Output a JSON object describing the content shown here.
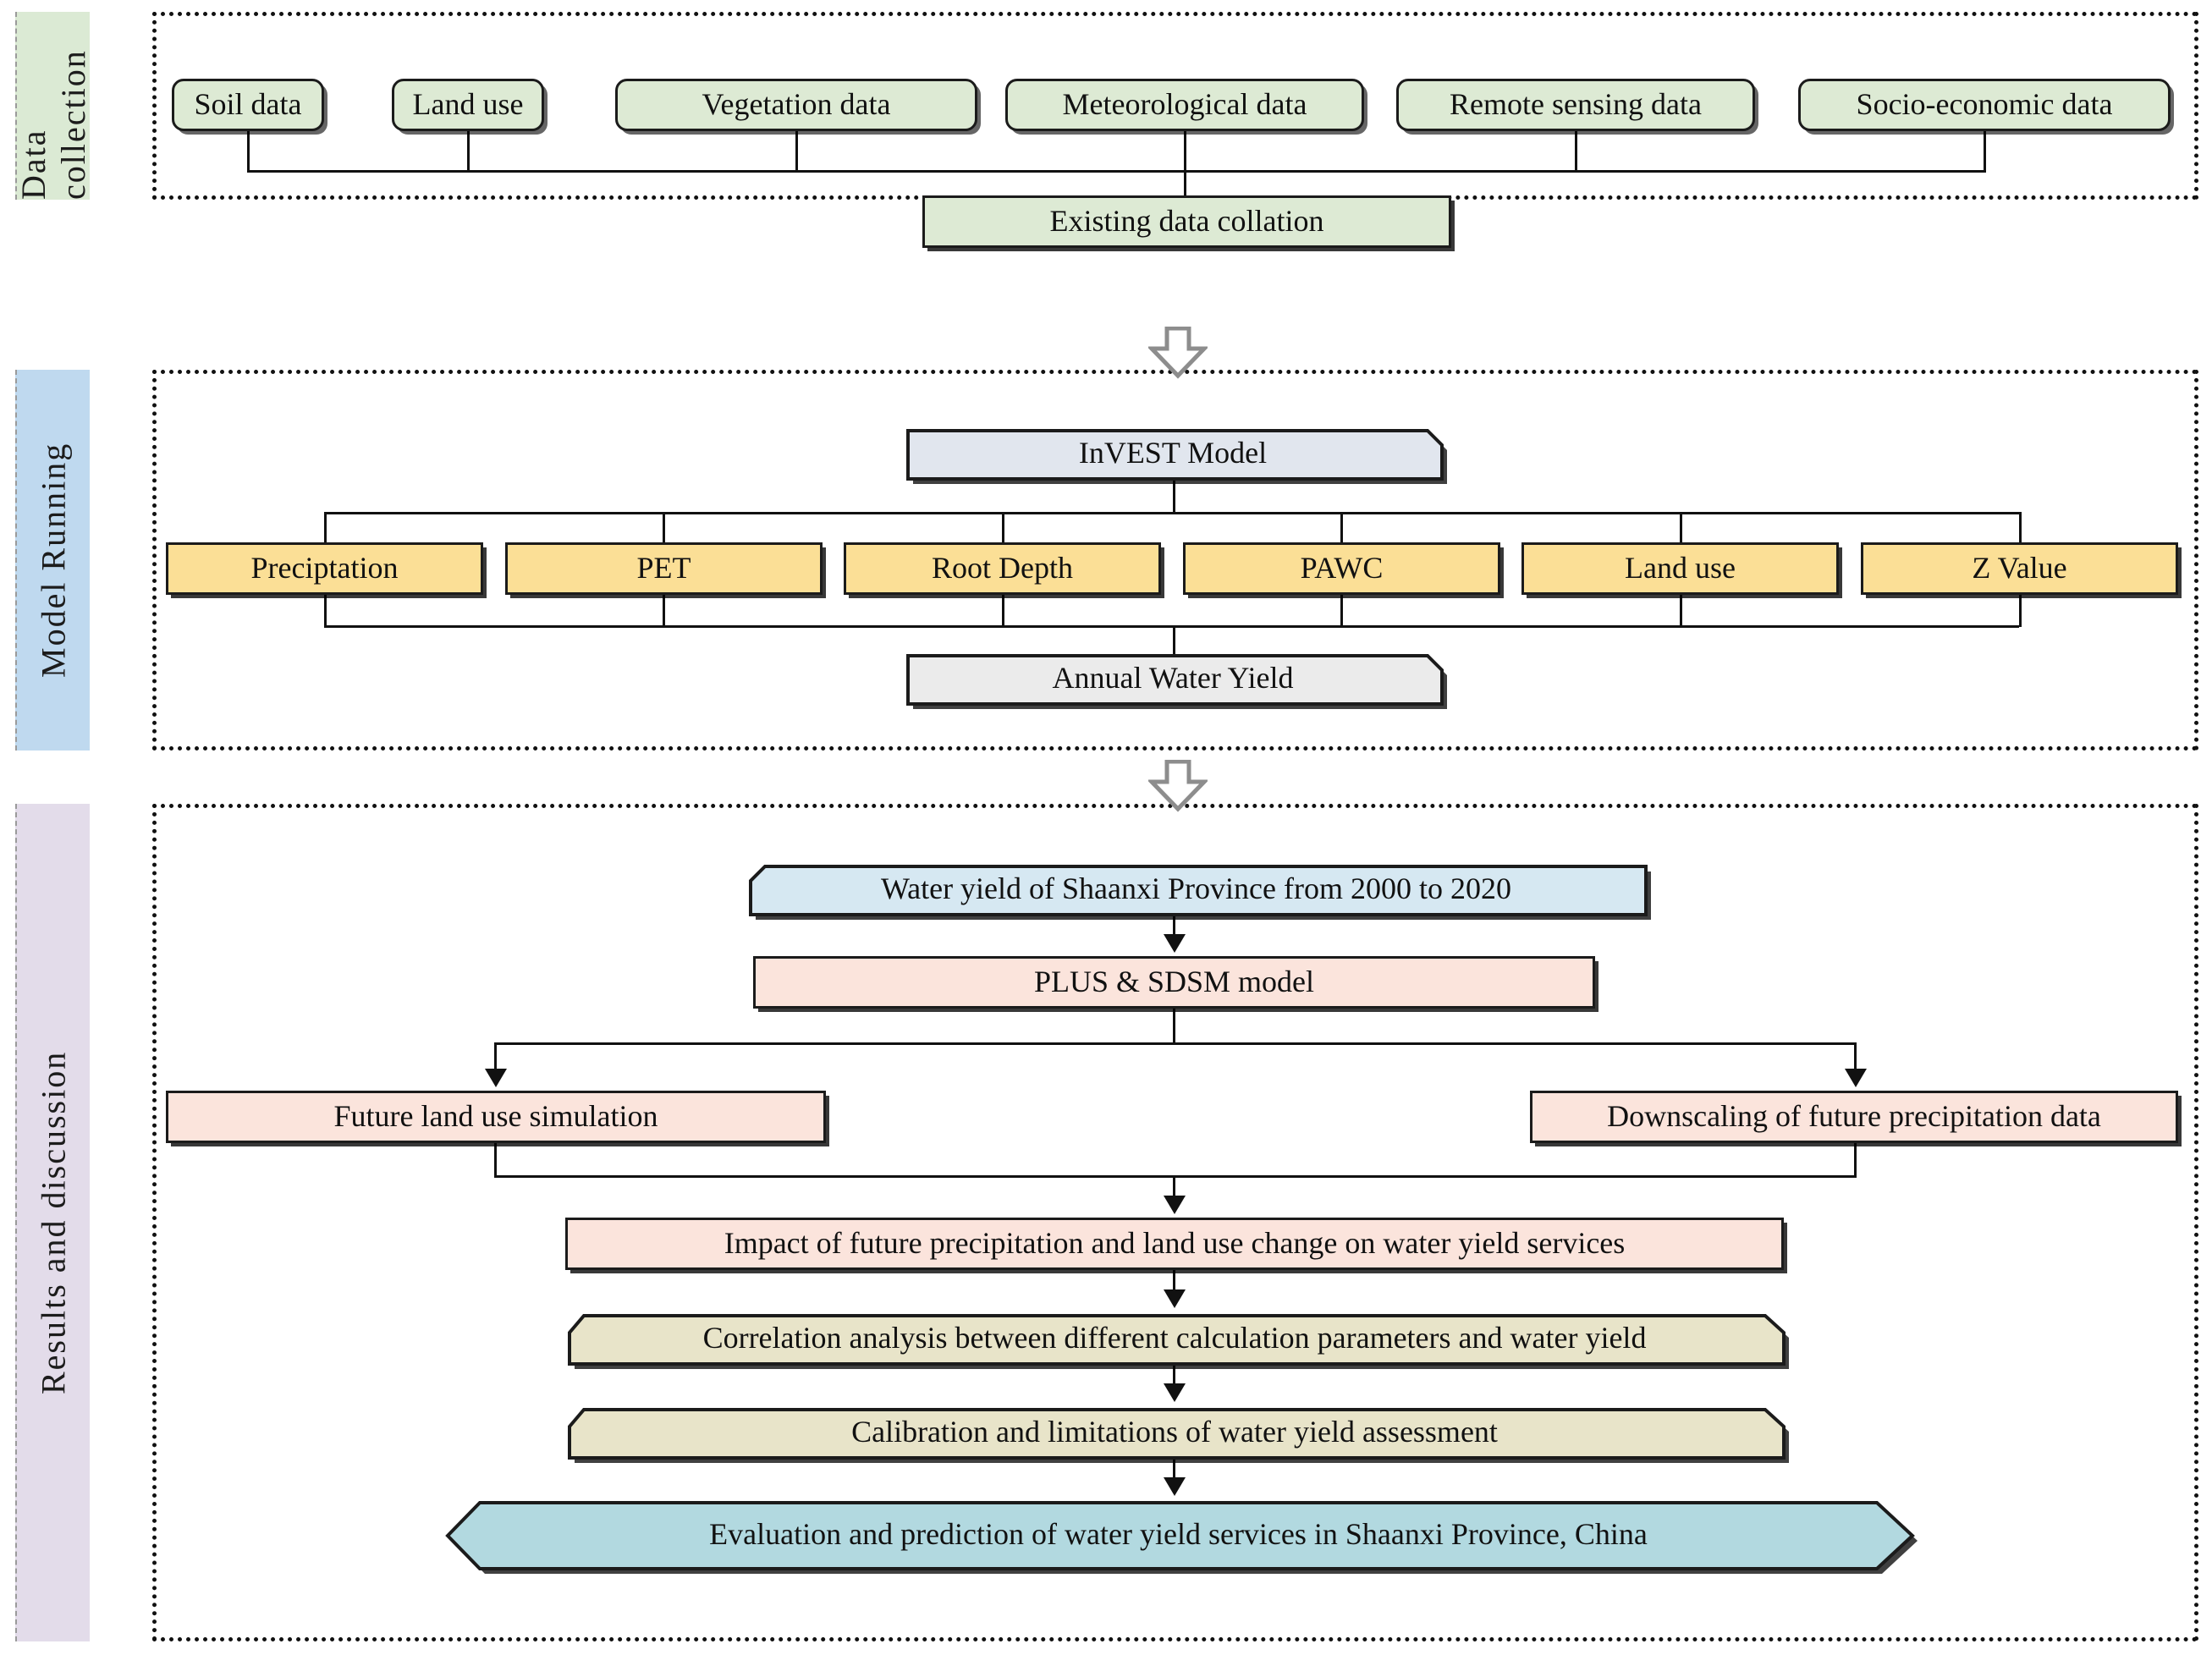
{
  "sections": [
    {
      "id": "data-collection",
      "label": "Data collection",
      "band_color": "#dbead4"
    },
    {
      "id": "model-running",
      "label": "Model Running",
      "band_color": "#bfd9ef"
    },
    {
      "id": "results",
      "label": "Results and discussion",
      "band_color": "#e3dcea"
    }
  ],
  "colors": {
    "green": "#ddead4",
    "yellow": "#fbdf96",
    "grey_blue": "#e1e6ee",
    "grey": "#ebebeb",
    "light_blue": "#d6e8f2",
    "pink": "#fbe4dc",
    "khaki": "#e8e4c9",
    "teal": "#b2d9e0",
    "outline": "#1b1b1b",
    "band_border": "#111111"
  },
  "data_collection": {
    "inputs": [
      {
        "label": "Soil data"
      },
      {
        "label": "Land use"
      },
      {
        "label": "Vegetation data"
      },
      {
        "label": "Meteorological  data"
      },
      {
        "label": "Remote sensing data"
      },
      {
        "label": "Socio-economic data"
      }
    ],
    "output": {
      "label": "Existing data collation"
    }
  },
  "model_running": {
    "model": {
      "label": "InVEST Model"
    },
    "parameters": [
      {
        "label": "Preciptation"
      },
      {
        "label": "PET"
      },
      {
        "label": "Root Depth"
      },
      {
        "label": "PAWC"
      },
      {
        "label": "Land use"
      },
      {
        "label": "Z Value"
      }
    ],
    "output": {
      "label": "Annual Water Yield"
    }
  },
  "results": {
    "step_1": {
      "label": "Water yield of Shaanxi Province from 2000 to 2020"
    },
    "step_2": {
      "label": "PLUS & SDSM model"
    },
    "branch_left": {
      "label": "Future land use simulation"
    },
    "branch_right": {
      "label": "Downscaling of future precipitation data"
    },
    "step_3": {
      "label": "Impact of future precipitation and land use change on water yield services"
    },
    "step_4": {
      "label": "Correlation analysis between different calculation parameters and water yield"
    },
    "step_5": {
      "label": "Calibration and limitations of water yield assessment"
    },
    "conclusion": {
      "label": "Evaluation and prediction of water yield services in Shaanxi Province, China"
    }
  }
}
